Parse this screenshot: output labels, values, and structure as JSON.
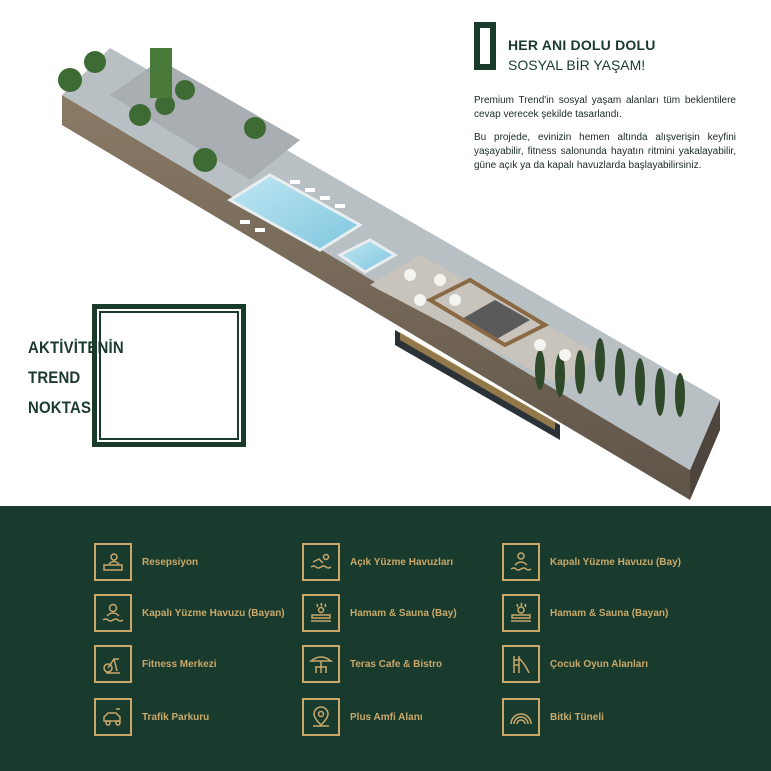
{
  "header": {
    "title_line1": "HER ANI DOLU DOLU",
    "title_line2": "SOSYAL BİR YAŞAM!"
  },
  "intro": {
    "paragraph1": "Premium Trend'in sosyal yaşam alanları tüm beklentilere cevap verecek şekilde tasarlandı.",
    "paragraph2": "Bu projede, evinizin hemen altında alışverişin keyfini yaşayabilir, fitness salonunda hayatın ritmini yakalayabilir, güne açık ya da kapalı havuzlarda başlayabilirsiniz."
  },
  "callout": {
    "line1": "AKTİVİTENİN",
    "line2": "TREND",
    "line3": "NOKTASI"
  },
  "colors": {
    "dark_green": "#193b2e",
    "gold": "#c9a86a"
  },
  "amenities": [
    {
      "label": "Resepsiyon",
      "icon": "reception-icon"
    },
    {
      "label": "Açık Yüzme Havuzları",
      "icon": "swimmer-icon"
    },
    {
      "label": "Kapalı Yüzme Havuzu (Bay)",
      "icon": "indoor-pool-male-icon"
    },
    {
      "label": "Kapalı Yüzme Havuzu (Bayan)",
      "icon": "indoor-pool-female-icon"
    },
    {
      "label": "Hamam & Sauna (Bay)",
      "icon": "sauna-male-icon"
    },
    {
      "label": "Hamam & Sauna (Bayan)",
      "icon": "sauna-female-icon"
    },
    {
      "label": "Fitness Merkezi",
      "icon": "exercise-bike-icon"
    },
    {
      "label": "Teras Cafe & Bistro",
      "icon": "cafe-umbrella-icon"
    },
    {
      "label": "Çocuk Oyun Alanları",
      "icon": "playground-slide-icon"
    },
    {
      "label": "Trafik Parkuru",
      "icon": "toy-car-icon"
    },
    {
      "label": "Plus Amfi Alanı",
      "icon": "location-pin-icon"
    },
    {
      "label": "Bitki Tüneli",
      "icon": "arch-tunnel-icon"
    }
  ]
}
